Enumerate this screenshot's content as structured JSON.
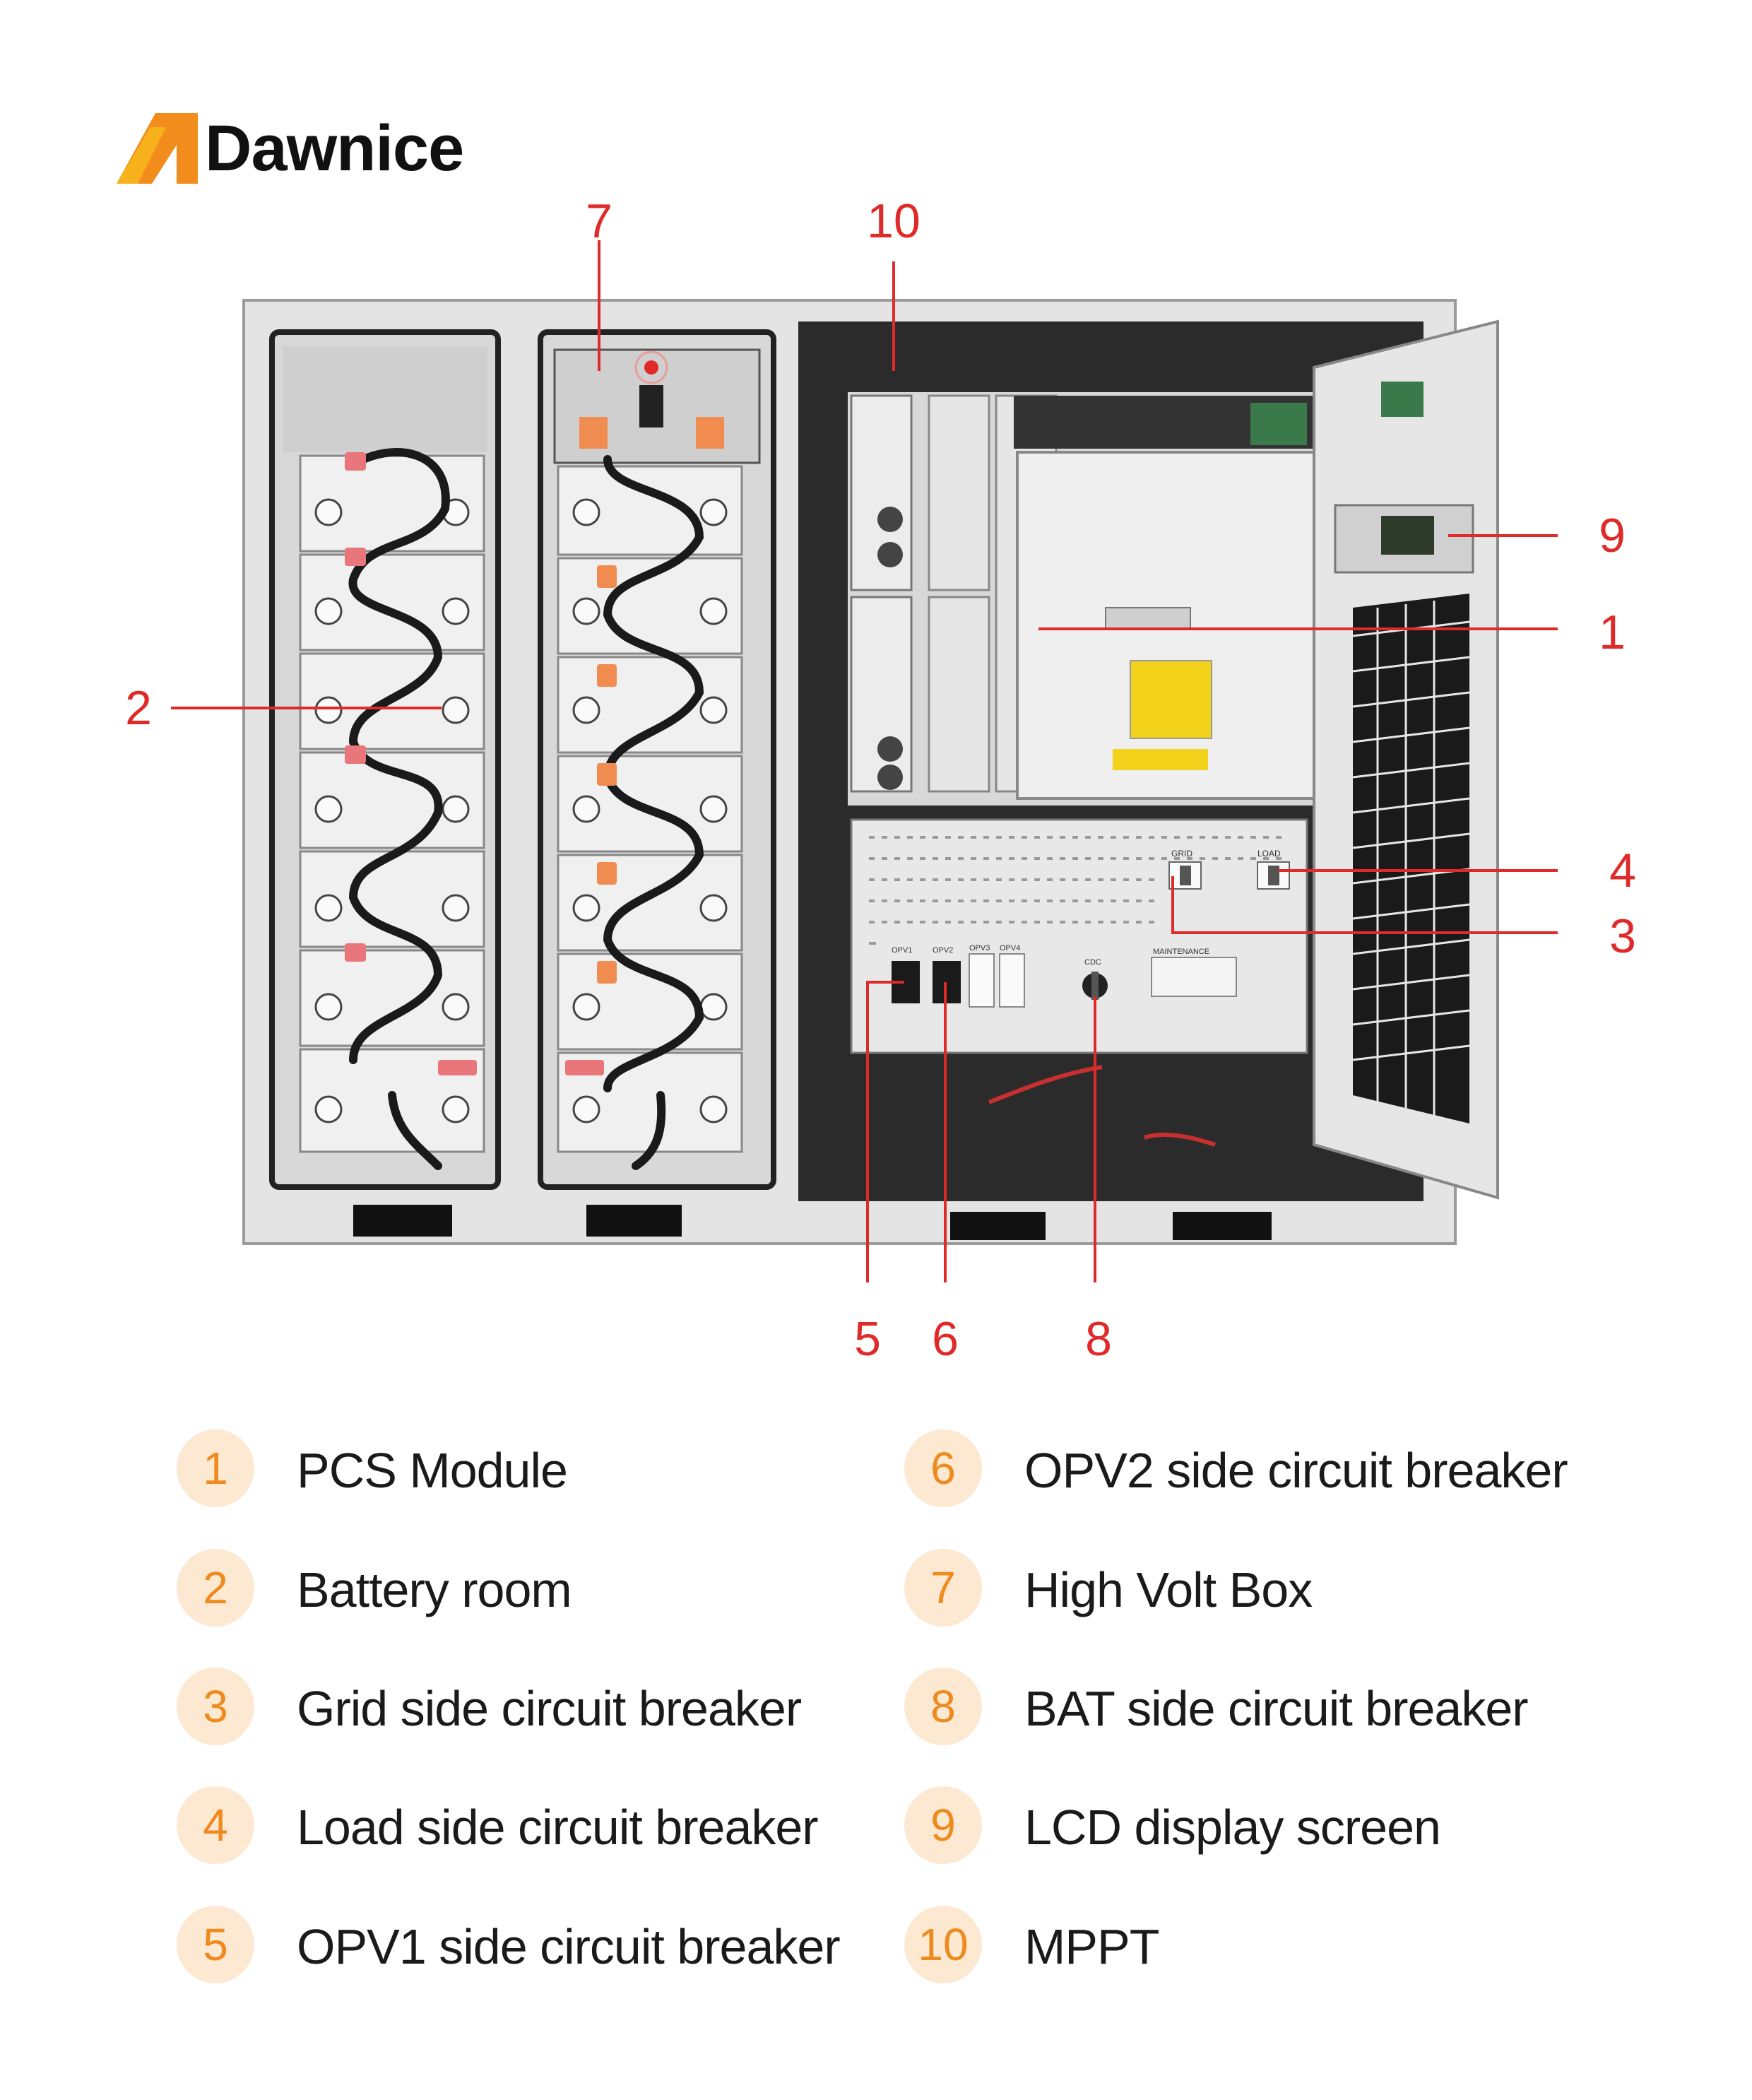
{
  "brand": {
    "name": "Dawnice",
    "logo_colors": {
      "orange": "#f28c1c",
      "yellow": "#f7b21b"
    }
  },
  "callouts": [
    "1",
    "2",
    "3",
    "4",
    "5",
    "6",
    "7",
    "8",
    "9",
    "10"
  ],
  "callout_color": "#e02a2a",
  "legend": [
    {
      "number": "1",
      "label": "PCS Module"
    },
    {
      "number": "2",
      "label": "Battery room"
    },
    {
      "number": "3",
      "label": "Grid side circuit breaker"
    },
    {
      "number": "4",
      "label": "Load side circuit breaker"
    },
    {
      "number": "5",
      "label": "OPV1 side circuit breaker"
    },
    {
      "number": "6",
      "label": "OPV2 side circuit breaker"
    },
    {
      "number": "7",
      "label": "High Volt Box"
    },
    {
      "number": "8",
      "label": "BAT side circuit breaker"
    },
    {
      "number": "9",
      "label": "LCD display screen"
    },
    {
      "number": "10",
      "label": "MPPT"
    }
  ],
  "panel_labels": {
    "grid": "GRID",
    "load": "LOAD",
    "opv1": "OPV1",
    "opv2": "OPV2",
    "opv3": "OPV3",
    "opv4": "OPV4",
    "cdc": "CDC",
    "maintenance": "MAINTENANCE"
  },
  "badge_colors": {
    "background": "#fde8d2",
    "text": "#ef8a1e"
  }
}
